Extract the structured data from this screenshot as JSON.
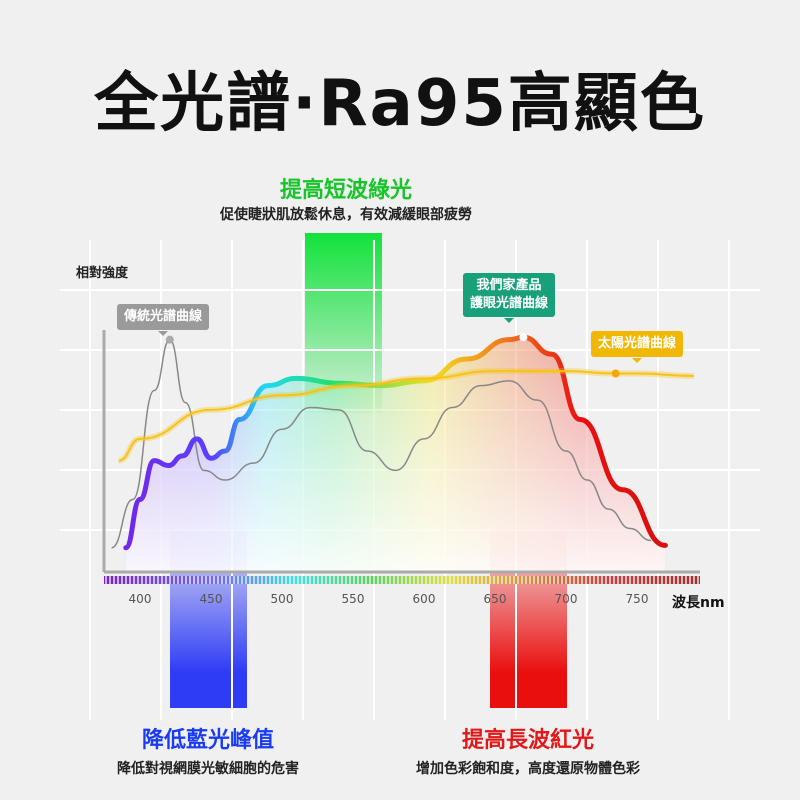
{
  "title": "全光譜·Ra95高顯色",
  "top_feature": {
    "heading": "提高短波綠光",
    "desc": "促使睫狀肌放鬆休息，有效減緩眼部疲勞",
    "color": "#17c42a"
  },
  "left_feature": {
    "heading": "降低藍光峰值",
    "desc": "降低對視網膜光敏細胞的危害",
    "color": "#1a3cf0"
  },
  "right_feature": {
    "heading": "提高長波紅光",
    "desc": "增加色彩飽和度，高度還原物體色彩",
    "color": "#e01818"
  },
  "chart_data": {
    "type": "line",
    "ylabel": "相對強度",
    "xlabel": "波長nm",
    "xticks": [
      400,
      450,
      500,
      550,
      600,
      650,
      700,
      750
    ],
    "xlim": [
      375,
      795
    ],
    "ylim": [
      0,
      1.25
    ],
    "series": [
      {
        "name": "傳統光譜曲線",
        "label": "傳統光譜曲線",
        "color": "#888888",
        "label_color": "#9a9a9a",
        "x": [
          380,
          395,
          410,
          421,
          432,
          445,
          460,
          480,
          500,
          520,
          540,
          560,
          580,
          600,
          620,
          640,
          660,
          680,
          700,
          715,
          730,
          745,
          760
        ],
        "y": [
          0.1,
          0.3,
          0.75,
          0.96,
          0.7,
          0.42,
          0.38,
          0.45,
          0.59,
          0.68,
          0.67,
          0.5,
          0.42,
          0.55,
          0.68,
          0.77,
          0.79,
          0.71,
          0.5,
          0.38,
          0.26,
          0.18,
          0.13
        ]
      },
      {
        "name": "我們家產品護眼光譜曲線",
        "label": "我們家產品\n護眼光譜曲線",
        "color": "gradient",
        "label_color": "#17a07a",
        "x": [
          390,
          400,
          410,
          420,
          430,
          440,
          450,
          460,
          470,
          490,
          510,
          540,
          570,
          600,
          630,
          660,
          670,
          690,
          710,
          740,
          770
        ],
        "y": [
          0.1,
          0.3,
          0.46,
          0.44,
          0.48,
          0.55,
          0.47,
          0.5,
          0.63,
          0.77,
          0.8,
          0.78,
          0.77,
          0.79,
          0.88,
          0.96,
          0.97,
          0.9,
          0.63,
          0.34,
          0.11
        ]
      },
      {
        "name": "太陽光譜曲線",
        "label": "太陽光譜曲線",
        "color": "#f7c21a",
        "label_color": "#f2b705",
        "x": [
          385,
          400,
          450,
          500,
          550,
          600,
          650,
          700,
          735,
          750,
          790
        ],
        "y": [
          0.46,
          0.55,
          0.67,
          0.73,
          0.77,
          0.8,
          0.83,
          0.83,
          0.82,
          0.82,
          0.81
        ]
      }
    ]
  }
}
